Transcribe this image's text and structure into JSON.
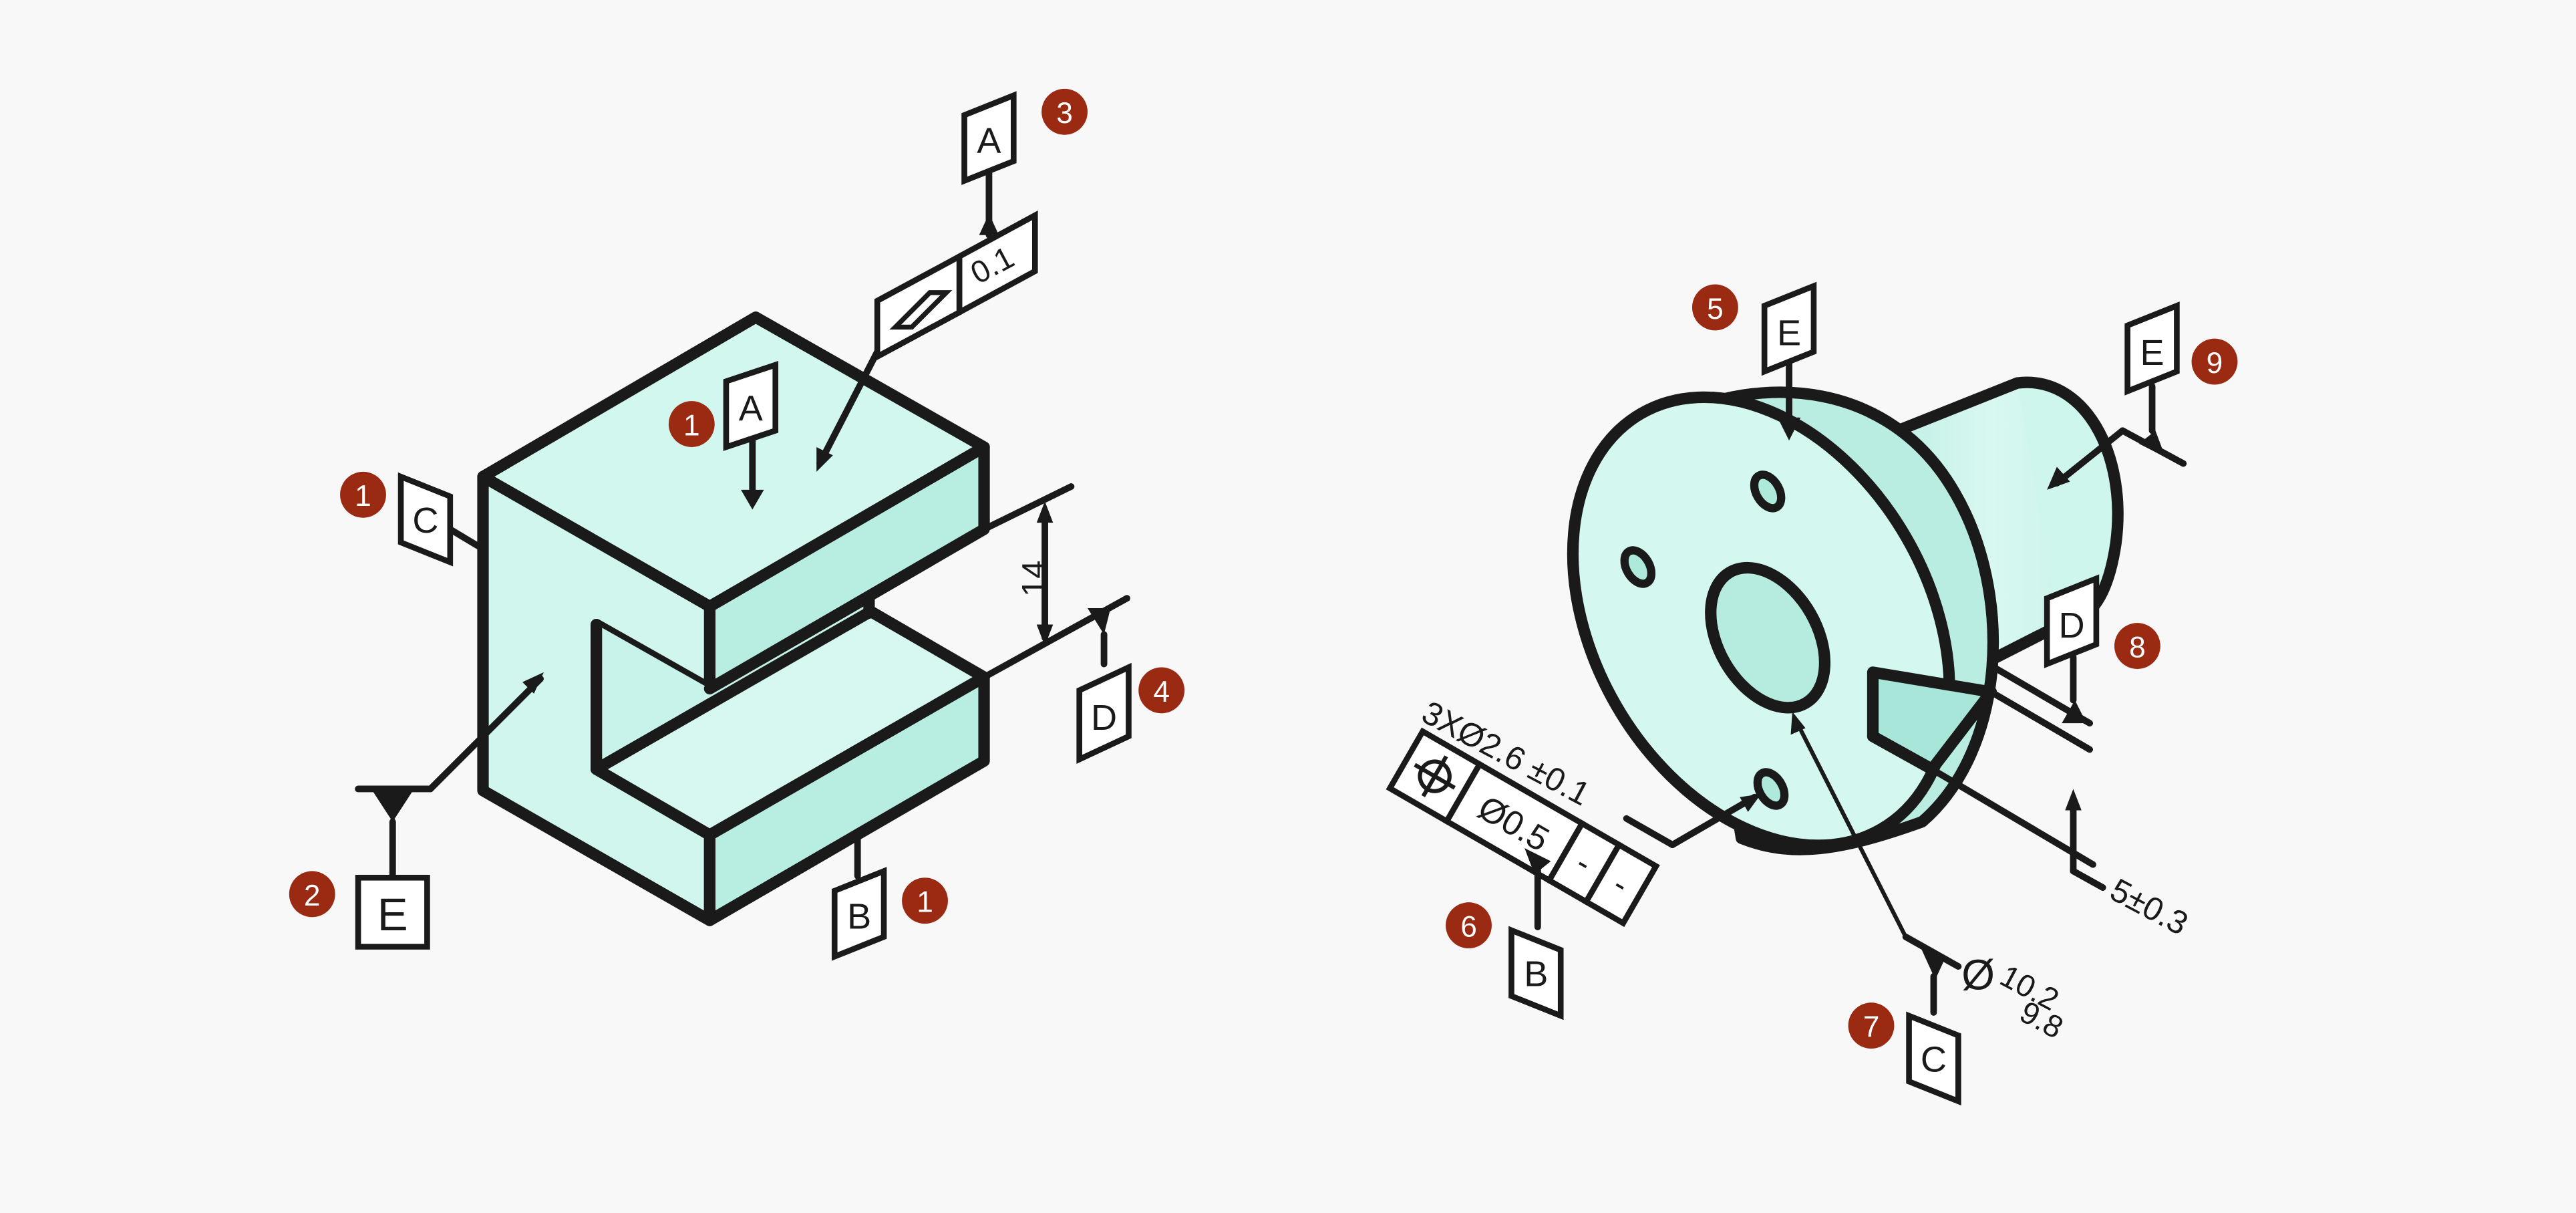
{
  "colors": {
    "background": "#f8f8f8",
    "part_top": "#d2f7ef",
    "part_front": "#cdf5ec",
    "part_shade": "#b6ece0",
    "callout": "#9b2a12",
    "line": "#1a1a1a"
  },
  "left_part": {
    "datum_top": "A",
    "datum_side": "C",
    "datum_bottom": "B",
    "datum_front": "E",
    "datum_slot": "D",
    "slot_dimension": "14",
    "fcf_flatness_value": "0.1",
    "fcf_flatness_datum": "A",
    "flatness_icon": "parallelogram-flatness-icon"
  },
  "right_part": {
    "datum_flange": "E",
    "datum_hub": "E",
    "datum_key": "D",
    "datum_bore_ref": "B",
    "datum_bore": "C",
    "hole_spec": "3XØ2.6 ±0.1",
    "fcf_position_value": "Ø0.5",
    "fcf_cell_1": "-",
    "fcf_cell_2": "-",
    "position_icon": "position-crosshair-icon",
    "bore_symbol": "Ø",
    "bore_upper": "10.2",
    "bore_lower": "9.8",
    "key_dimension": "5±0.3"
  },
  "callouts": {
    "c_top": "1",
    "c_side": "1",
    "c_bottom": "1",
    "c_front": "2",
    "c_flat": "3",
    "c_slot": "4",
    "c_flange": "5",
    "c_fcf": "6",
    "c_bore": "7",
    "c_key": "8",
    "c_hub": "9"
  }
}
